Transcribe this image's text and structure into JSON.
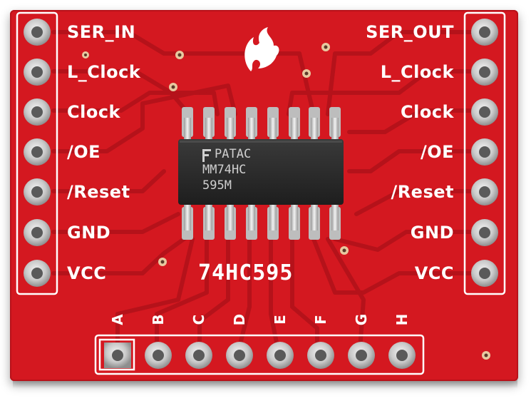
{
  "left_pins": [
    "SER_IN",
    "L_Clock",
    "Clock",
    "/OE",
    "/Reset",
    "GND",
    "VCC"
  ],
  "right_pins": [
    "SER_OUT",
    "L_Clock",
    "Clock",
    "/OE",
    "/Reset",
    "GND",
    "VCC"
  ],
  "bottom_pins": [
    "A",
    "B",
    "C",
    "D",
    "E",
    "F",
    "G",
    "H"
  ],
  "chip": {
    "brand": "PATAC",
    "line1": "MM74HC",
    "line2": "595M"
  },
  "board_title": "74HC595",
  "colors": {
    "pcb_red": "#d41820",
    "silkscreen": "#ffffff",
    "chip_body": "#2b2b2b",
    "pad_silver": "#c8c8c8"
  }
}
